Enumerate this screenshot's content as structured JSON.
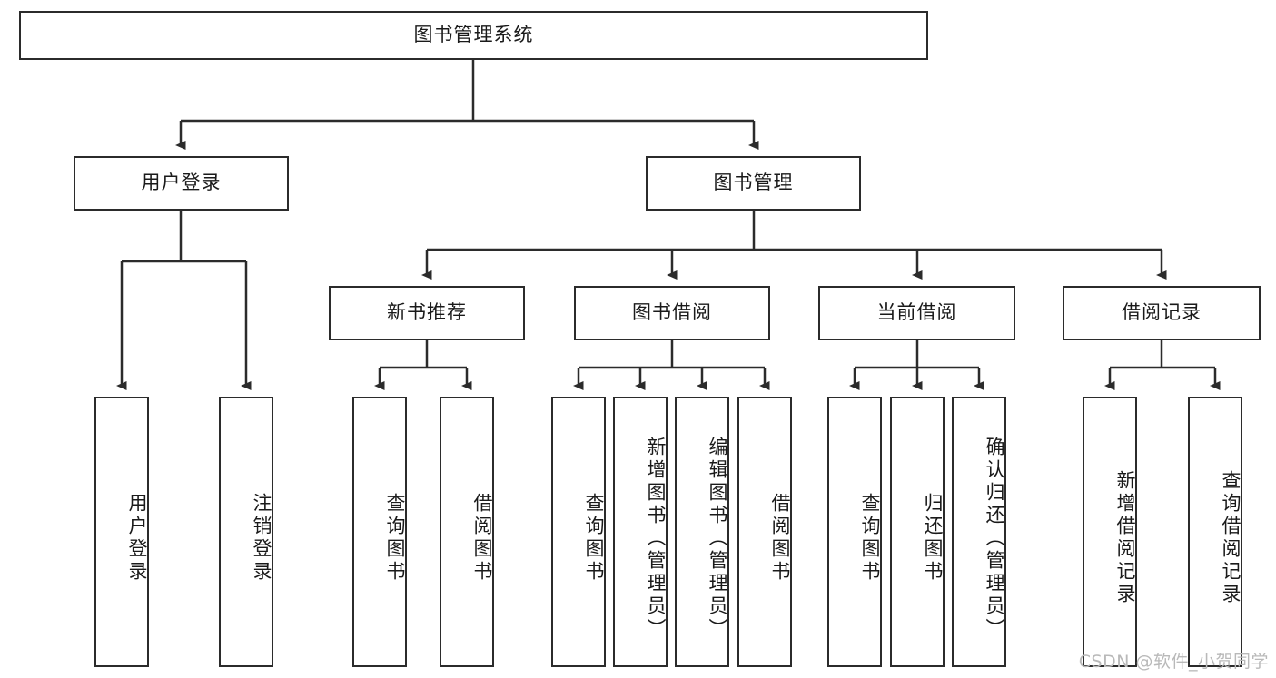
{
  "diagram": {
    "title": "图书管理系统",
    "type": "tree-hierarchy",
    "watermark": "CSDN @软件_小贺同学"
  },
  "nodes": {
    "root": {
      "label": "图书管理系统"
    },
    "level2": [
      {
        "id": "user-login",
        "label": "用户登录"
      },
      {
        "id": "book-management",
        "label": "图书管理"
      }
    ],
    "level3": [
      {
        "id": "new-book-recommend",
        "label": "新书推荐"
      },
      {
        "id": "book-borrow",
        "label": "图书借阅"
      },
      {
        "id": "current-borrow",
        "label": "当前借阅"
      },
      {
        "id": "borrow-record",
        "label": "借阅记录"
      }
    ],
    "leaves": {
      "user_login": [
        {
          "id": "leaf-user-login",
          "label": "用户登录"
        },
        {
          "id": "leaf-logout",
          "label": "注销登录"
        }
      ],
      "new_book_recommend": [
        {
          "id": "leaf-query-book-1",
          "label": "查询图书"
        },
        {
          "id": "leaf-borrow-book-1",
          "label": "借阅图书"
        }
      ],
      "book_borrow": [
        {
          "id": "leaf-query-book-2",
          "label": "查询图书"
        },
        {
          "id": "leaf-add-book",
          "label": "新增图书（管理员）"
        },
        {
          "id": "leaf-edit-book",
          "label": "编辑图书（管理员）"
        },
        {
          "id": "leaf-borrow-book-2",
          "label": "借阅图书"
        }
      ],
      "current_borrow": [
        {
          "id": "leaf-query-book-3",
          "label": "查询图书"
        },
        {
          "id": "leaf-return-book",
          "label": "归还图书"
        },
        {
          "id": "leaf-confirm-return",
          "label": "确认归还（管理员）"
        }
      ],
      "borrow_record": [
        {
          "id": "leaf-add-record",
          "label": "新增借阅记录"
        },
        {
          "id": "leaf-query-record",
          "label": "查询借阅记录"
        }
      ]
    }
  },
  "colors": {
    "stroke": "#2b2b2b",
    "fill": "#ffffff",
    "text": "#1a1a1a",
    "watermark": "#b9b9b9"
  }
}
